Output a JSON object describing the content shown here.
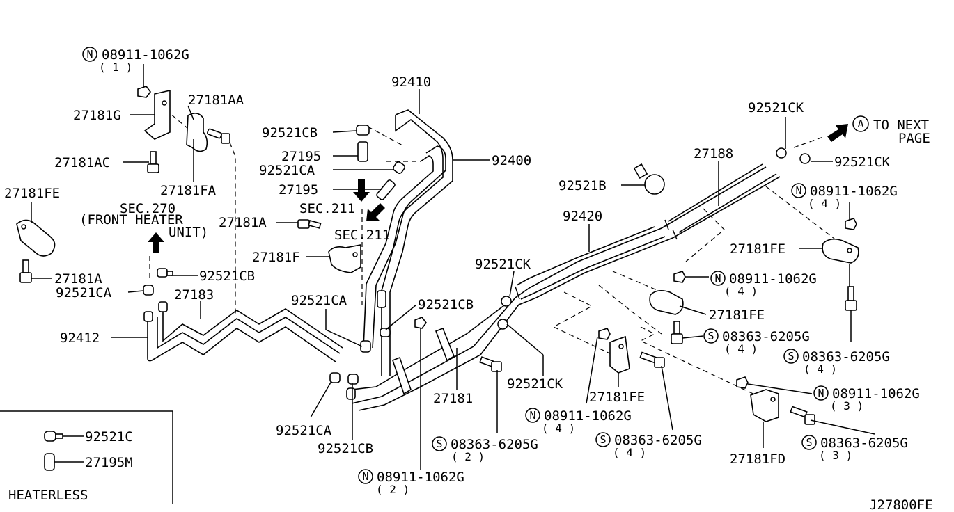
{
  "diagram_code": "J27800FE",
  "labels": {
    "n_08911_1062G_top": "08911-1062G",
    "qty_1": "( 1 )",
    "p27181AA": "27181AA",
    "p27181G": "27181G",
    "p27181AC": "27181AC",
    "p27181FA": "27181FA",
    "p27181FE_left": "27181FE",
    "sec270": "SEC.270",
    "front_heater_unit": "(FRONT HEATER",
    "unit": "UNIT)",
    "p27181A_mid": "27181A",
    "p27181A_left": "27181A",
    "p92521CB_a": "92521CB",
    "p92521CA_left": "92521CA",
    "p27183": "27183",
    "p92412": "92412",
    "p92410": "92410",
    "p92521CB_top": "92521CB",
    "p27195_a": "27195",
    "p92521CA_top": "92521CA",
    "p27195_b": "27195",
    "sec211_a": "SEC.211",
    "sec211_b": "SEC.211",
    "p27181F": "27181F",
    "p92400": "92400",
    "p92521CA_mid": "92521CA",
    "p92521CB_mid": "92521CB",
    "p92521CA_low": "92521CA",
    "p92521CB_low": "92521CB",
    "p92521CK_top": "92521CK",
    "to_next": "TO NEXT",
    "page": "PAGE",
    "p27188": "27188",
    "p92521CK_right": "92521CK",
    "p92521B": "92521B",
    "n_08911_1062G_r1": "08911-1062G",
    "qty_4_r1": "( 4 )",
    "p92420": "92420",
    "p27181FE_right": "27181FE",
    "p92521CK_mid": "92521CK",
    "n_08911_1062G_r2": "08911-1062G",
    "qty_4_r2": "( 4 )",
    "p27181FE_mid": "27181FE",
    "s_08363_6205G_a": "08363-6205G",
    "qty_4_s1": "( 4 )",
    "s_08363_6205G_b": "08363-6205G",
    "qty_4_s2": "( 4 )",
    "p92521CK_low": "92521CK",
    "p27181": "27181",
    "n_08911_1062G_c": "08911-1062G",
    "qty_4_nc": "( 4 )",
    "p27181FE_c": "27181FE",
    "s_08363_6205G_c": "08363-6205G",
    "qty_4_sc": "( 4 )",
    "n_08911_1062G_r3": "08911-1062G",
    "qty_3_r3": "( 3 )",
    "s_08363_6205G_r3": "08363-6205G",
    "qty_3_s3": "( 3 )",
    "p27181FD": "27181FD",
    "s_08363_6205G_d": "08363-6205G",
    "qty_2_sd": "( 2 )",
    "n_08911_1062G_d": "08911-1062G",
    "qty_2_nd": "( 2 )"
  },
  "legend": {
    "item_1": "92521C",
    "item_2": "27195M",
    "caption": "HEATERLESS"
  },
  "symbols": {
    "N": "N",
    "S": "S",
    "A": "A"
  }
}
